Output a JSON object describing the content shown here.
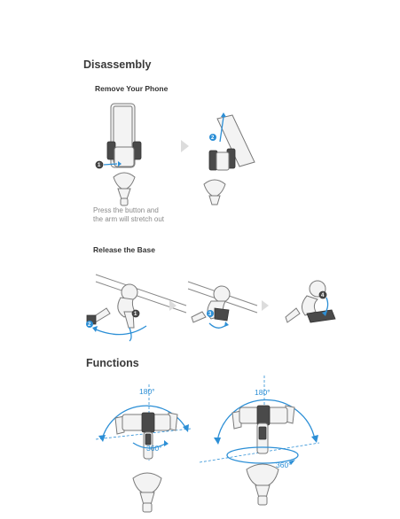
{
  "sections": {
    "disassembly": {
      "title": "Disassembly",
      "remove_phone": {
        "title": "Remove Your Phone",
        "note_line1": "Press the button and",
        "note_line2": "the arm will stretch out"
      },
      "release_base": {
        "title": "Release the Base"
      }
    },
    "functions": {
      "title": "Functions",
      "left_vertical_angle": "180°",
      "left_horizontal_angle": "360°",
      "right_vertical_angle": "180°",
      "right_horizontal_angle": "360°"
    }
  },
  "step_numbers": {
    "one": "1",
    "two": "2",
    "three": "3",
    "four": "4"
  },
  "colors": {
    "accent_blue": "#2c8fd6",
    "line_gray": "#7a7a7a",
    "arrow_gray": "#dcdcdc"
  }
}
